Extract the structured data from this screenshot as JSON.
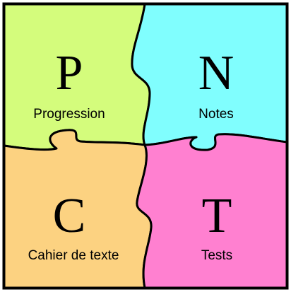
{
  "tiles": {
    "progression": {
      "letter": "P",
      "label": "Progression",
      "color": "#d4fc7c"
    },
    "notes": {
      "letter": "N",
      "label": "Notes",
      "color": "#80fefe"
    },
    "cahier": {
      "letter": "C",
      "label": "Cahier de texte",
      "color": "#fcd281"
    },
    "tests": {
      "letter": "T",
      "label": "Tests",
      "color": "#ff80d0"
    }
  },
  "colors": {
    "outline": "#000000",
    "background": "#ffffff"
  }
}
